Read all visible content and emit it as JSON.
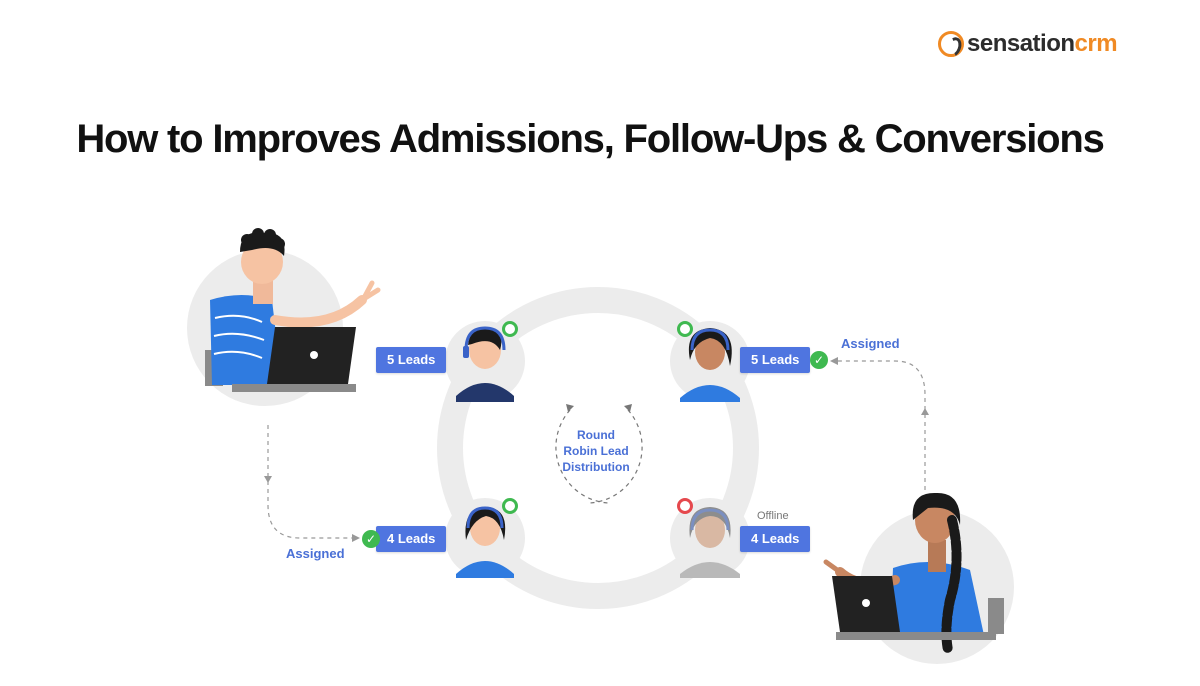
{
  "brand": {
    "name_dark": "sensation",
    "name_accent": "crm",
    "accent_color": "#f08a24"
  },
  "title": "How to Improves Admissions, Follow-Ups & Conversions",
  "diagram": {
    "center_label_lines": [
      "Round",
      "Robin Lead",
      "Distribution"
    ],
    "agents": [
      {
        "leads": "5 Leads",
        "status": "online",
        "icon": "headset-agent-icon"
      },
      {
        "leads": "5 Leads",
        "status": "online",
        "icon": "headset-agent-icon",
        "checked": true
      },
      {
        "leads": "4 Leads",
        "status": "online",
        "icon": "headset-agent-icon",
        "checked": true
      },
      {
        "leads": "4 Leads",
        "status": "offline",
        "status_label": "Offline",
        "icon": "headset-agent-icon"
      }
    ],
    "assigned_labels": [
      "Assigned",
      "Assigned"
    ],
    "colors": {
      "pill": "#4f75e0",
      "online": "#3fb950",
      "offline": "#e5484d",
      "text_blue": "#4a70d6"
    }
  }
}
